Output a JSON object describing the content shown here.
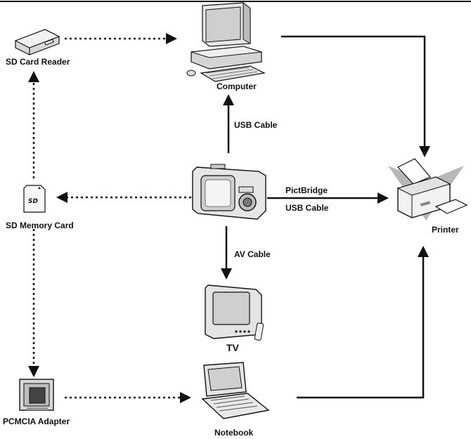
{
  "nodes": {
    "sd_card_reader": "SD Card Reader",
    "computer": "Computer",
    "sd_memory_card": "SD Memory Card",
    "printer": "Printer",
    "tv": "TV",
    "pcmcia_adapter": "PCMCIA Adapter",
    "notebook": "Notebook"
  },
  "connections": {
    "usb_cable_computer": "USB Cable",
    "pictbridge": "PictBridge",
    "usb_cable_printer": "USB Cable",
    "av_cable": "AV Cable"
  },
  "icons": [
    "card-reader-icon",
    "computer-icon",
    "camera-icon",
    "sd-card-icon",
    "printer-icon",
    "tv-icon",
    "pcmcia-adapter-icon",
    "notebook-icon"
  ]
}
